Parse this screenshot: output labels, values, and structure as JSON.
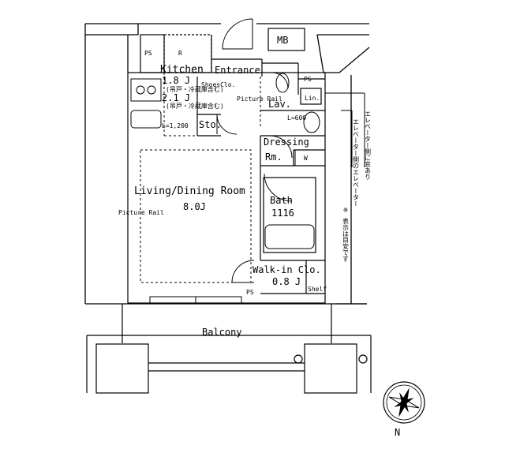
{
  "rooms": {
    "kitchen": {
      "name": "Kitchen",
      "area1": "1.8 J",
      "area2": "2.1 J",
      "note1": "(吊戸・冷蔵庫含む)",
      "note2": "(吊戸・冷蔵庫含む)",
      "dim": "L=1,200"
    },
    "entrance": "Entrance",
    "shoes": "ShoesClo.",
    "picture_rail": "Picture Rail",
    "lav": "Lav.",
    "lin": "Lin.",
    "lav_dim": "L=600",
    "sto": "Sto.",
    "dressing": "Dressing",
    "dressing_rm": "Rm.",
    "w": "W",
    "living": {
      "name": "Living/Dining Room",
      "area": "8.0J"
    },
    "picture_rail_living": "Picture Rail",
    "bath": {
      "name": "Bath",
      "size": "1116"
    },
    "walkin": {
      "name": "Walk-in Clo.",
      "area": "0.8 J"
    },
    "shelf": "Shelf",
    "balcony": "Balcony"
  },
  "labels": {
    "mb": "MB",
    "ps1": "PS",
    "ps2": "PS",
    "ps3": "PS",
    "r": "R",
    "north": "N"
  },
  "notes": [
    "エレベーター側に窓あり",
    "エレベーター側のエレベーター",
    "※ 表示は目安です"
  ]
}
